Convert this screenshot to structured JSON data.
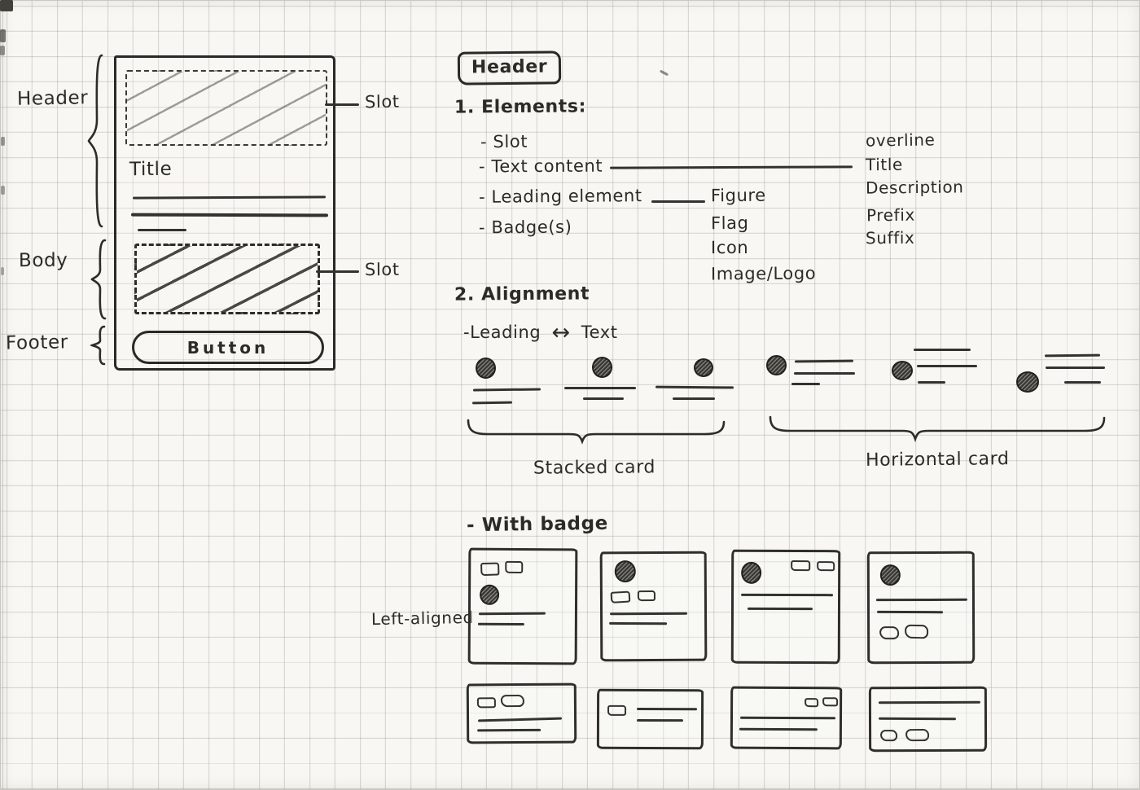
{
  "anatomy": {
    "header_brace_label": "Header",
    "body_brace_label": "Body",
    "footer_brace_label": "Footer",
    "header_slot_label": "Slot",
    "body_slot_label": "Slot",
    "title_text": "Title",
    "button_text": "Button"
  },
  "elements": {
    "boxed_title": "Header",
    "heading": "1. Elements:",
    "items": [
      "- Slot",
      "- Text content",
      "- Leading element",
      "- Badge(s)"
    ],
    "text_content_fields": [
      "overline",
      "Title",
      "Description",
      "Prefix",
      "Suffix"
    ],
    "leading_options": [
      "Figure",
      "Flag",
      "Icon",
      "Image/Logo"
    ]
  },
  "alignment": {
    "heading": "2. Alignment",
    "leading_label": "-Leading",
    "arrow": "↔",
    "text_label": "Text",
    "stacked_caption": "Stacked card",
    "horizontal_caption": "Horizontal card"
  },
  "badges": {
    "heading": "- With badge",
    "row_label": "Left-aligned"
  }
}
